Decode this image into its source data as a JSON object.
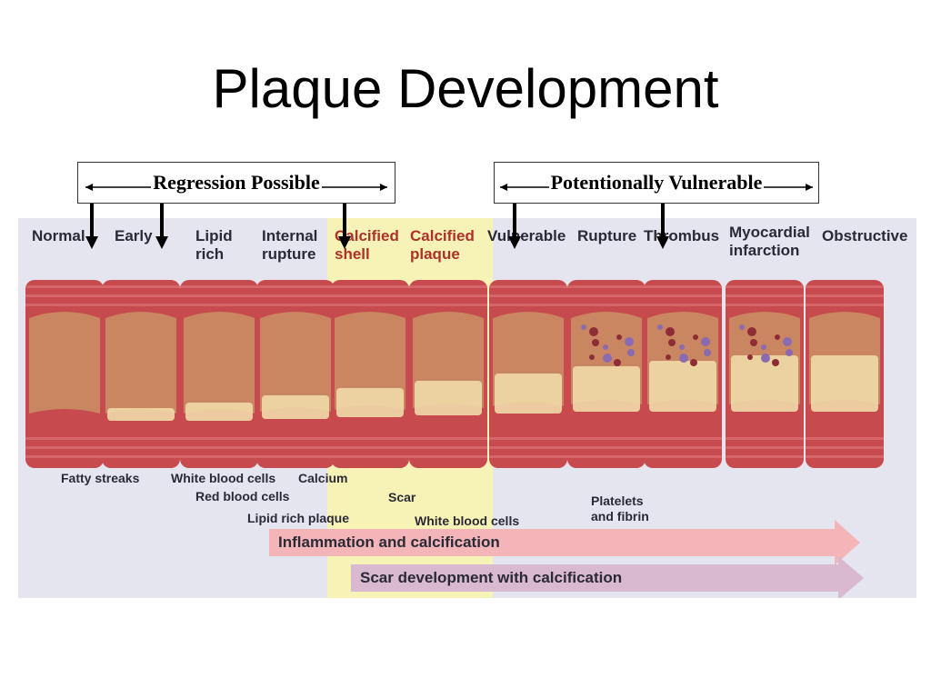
{
  "title": "Plaque Development",
  "brackets": [
    {
      "label": "Regression Possible"
    },
    {
      "label": "Potentionally Vulnerable"
    }
  ],
  "stages": [
    {
      "label": "Normal",
      "red": false
    },
    {
      "label": "Early",
      "red": false
    },
    {
      "label": "Lipid\nrich",
      "red": false
    },
    {
      "label": "Internal\nrupture",
      "red": false
    },
    {
      "label": "Calcified\nshell",
      "red": true
    },
    {
      "label": "Calcified\nplaque",
      "red": true
    },
    {
      "label": "Vulnerable",
      "red": false
    },
    {
      "label": "Rupture",
      "red": false
    },
    {
      "label": "Thrombus",
      "red": false
    },
    {
      "label": "Myocardial\ninfarction",
      "red": false
    },
    {
      "label": "Obstructive",
      "red": false
    }
  ],
  "annotations": {
    "fatty_streaks": "Fatty streaks",
    "white_blood_cells_1": "White blood cells",
    "calcium": "Calcium",
    "red_blood_cells": "Red blood cells",
    "lipid_rich_plaque": "Lipid rich plaque",
    "scar": "Scar",
    "white_blood_cells_2": "White blood cells",
    "platelets_fibrin": "Platelets\nand fibrin"
  },
  "progress_arrows": [
    {
      "label": "Inflammation and calcification",
      "color": "#f4b5b8"
    },
    {
      "label": "Scar development with calcification",
      "color": "#d9b9cf"
    }
  ],
  "colors": {
    "panel_bg": "#e4e5ee",
    "highlight_band": "#f7f3b6",
    "vessel_wall": "#c74a4f",
    "lumen": "#c98660",
    "plaque": "#f0d9a8"
  }
}
